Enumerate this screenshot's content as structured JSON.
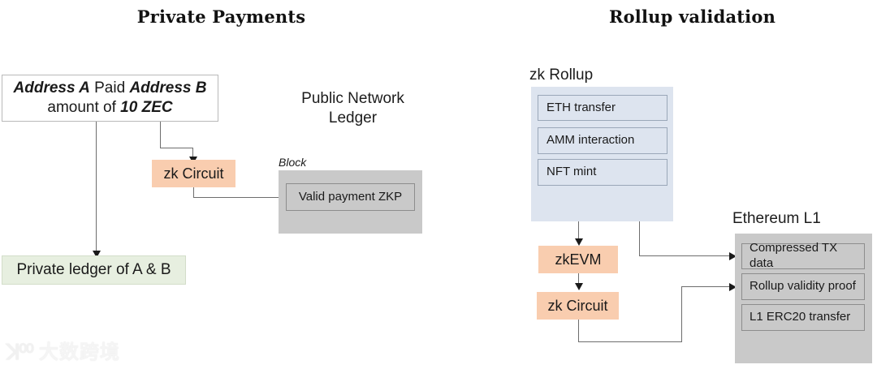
{
  "left_panel": {
    "title": "Private Payments",
    "statement_box": {
      "line1_part1": "Address A",
      "line1_part2": " Paid ",
      "line1_part3": "Address B",
      "line2_part1": "amount of ",
      "line2_part2": "10 ZEC"
    },
    "zk_circuit_label": "zk Circuit",
    "private_ledger_label": "Private ledger of A & B",
    "public_ledger_title_line1": "Public Network",
    "public_ledger_title_line2": "Ledger",
    "block_caption": "Block",
    "block_item": "Valid payment ZKP"
  },
  "right_panel": {
    "title": "Rollup validation",
    "zk_rollup_label": "zk Rollup",
    "rollup_items": [
      "ETH transfer",
      "AMM interaction",
      "NFT mint"
    ],
    "zkevm_label": "zkEVM",
    "zk_circuit_label": "zk Circuit",
    "ethereum_l1_label": "Ethereum L1",
    "l1_items": [
      "Compressed  TX data",
      "Rollup validity proof",
      "L1 ERC20 transfer"
    ]
  },
  "watermark": {
    "logo_glyph": "ꓘ⁰⁰",
    "text": "大数跨境"
  },
  "colors": {
    "orange_box": "#f9cdaf",
    "green_box": "#e7efe0",
    "gray_panel": "#c9c9c9",
    "blue_panel": "#dde4ef",
    "connector": "#6d6d6d",
    "text": "#1a1a1a"
  }
}
